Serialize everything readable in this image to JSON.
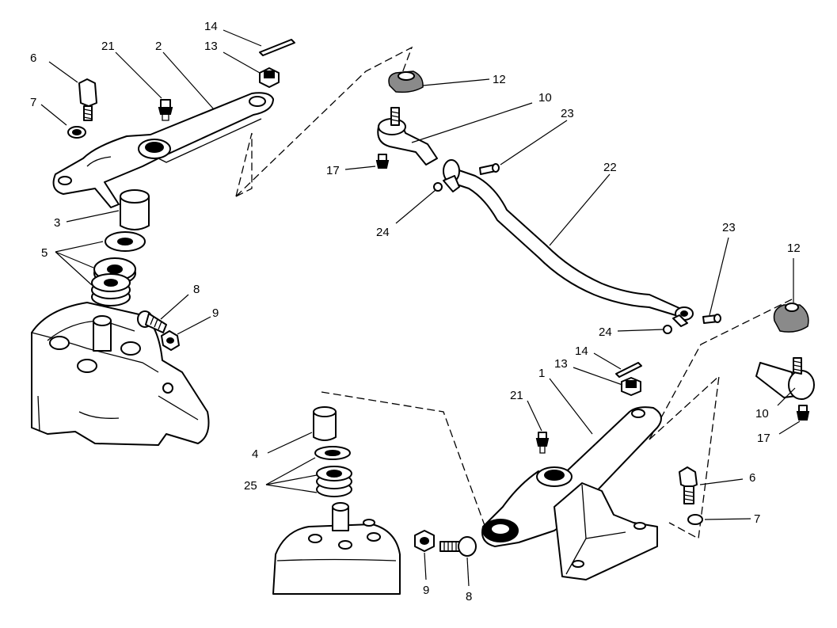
{
  "callouts": {
    "left_pitman_arm": "2",
    "left_bolt": "6",
    "left_washer": "7",
    "left_grease_fitting": "21",
    "left_cotter_pin": "14",
    "left_castle_nut": "13",
    "left_bushing": "3",
    "left_washers": "5",
    "left_bolt_8": "8",
    "left_nut_9": "9",
    "top_boot": "12",
    "top_tie_rod_end": "10",
    "top_grease_fitting": "17",
    "top_clamp_bolt": "23",
    "drag_link": "22",
    "top_clamp_nut": "24",
    "right_clamp_bolt": "23",
    "right_boot": "12",
    "right_clamp_nut": "24",
    "right_cotter_pin": "14",
    "right_castle_nut": "13",
    "right_idler_arm": "1",
    "right_tie_rod_end": "10",
    "right_grease_fitting": "17",
    "right_arm_grease_fitting": "21",
    "right_bushing": "4",
    "right_washers": "25",
    "right_bolt": "6",
    "right_washer": "7",
    "bottom_nut": "9",
    "bottom_bolt": "8"
  }
}
